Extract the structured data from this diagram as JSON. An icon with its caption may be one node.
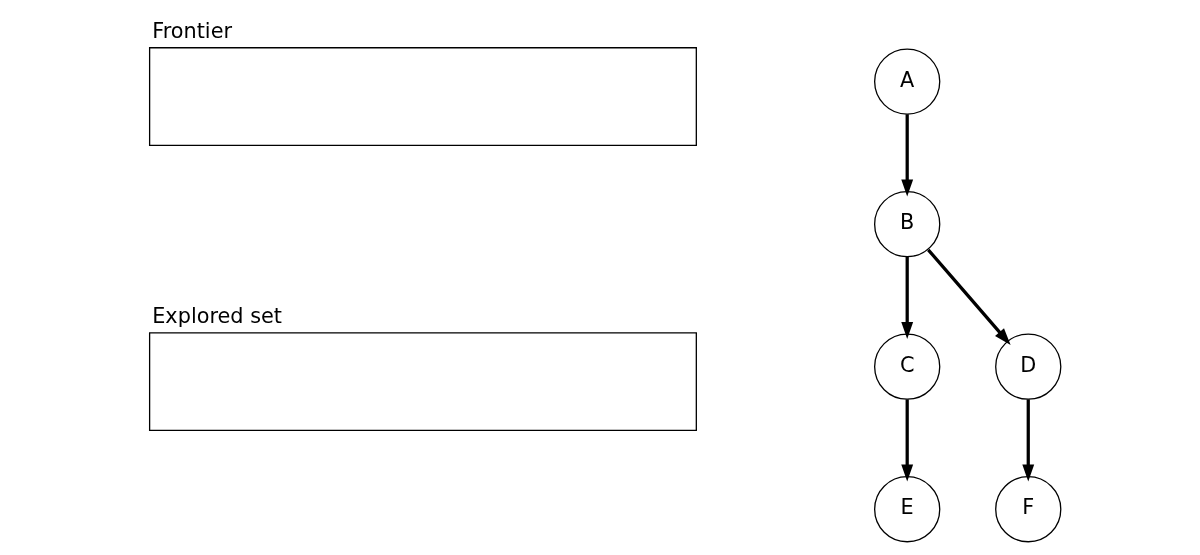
{
  "diagram": {
    "nodes": [
      {
        "text": [
          "Frontier"
        ]
      },
      {
        "text": [
          "Explored set"
        ]
      },
      {
        "text": [
          "A"
        ]
      },
      {
        "text": [
          "B"
        ]
      },
      {
        "text": [
          "C"
        ]
      },
      {
        "text": [
          "D"
        ]
      },
      {
        "text": [
          "E"
        ]
      },
      {
        "text": [
          "F"
        ]
      }
    ],
    "edges": [
      {
        "from": 2,
        "to": 3,
        "arrow": "to"
      },
      {
        "from": 3,
        "to": 4,
        "arrow": "to"
      },
      {
        "from": 3,
        "to": 5,
        "arrow": "to"
      },
      {
        "from": 4,
        "to": 6,
        "arrow": "to"
      },
      {
        "from": 5,
        "to": 7,
        "arrow": "to"
      }
    ]
  }
}
